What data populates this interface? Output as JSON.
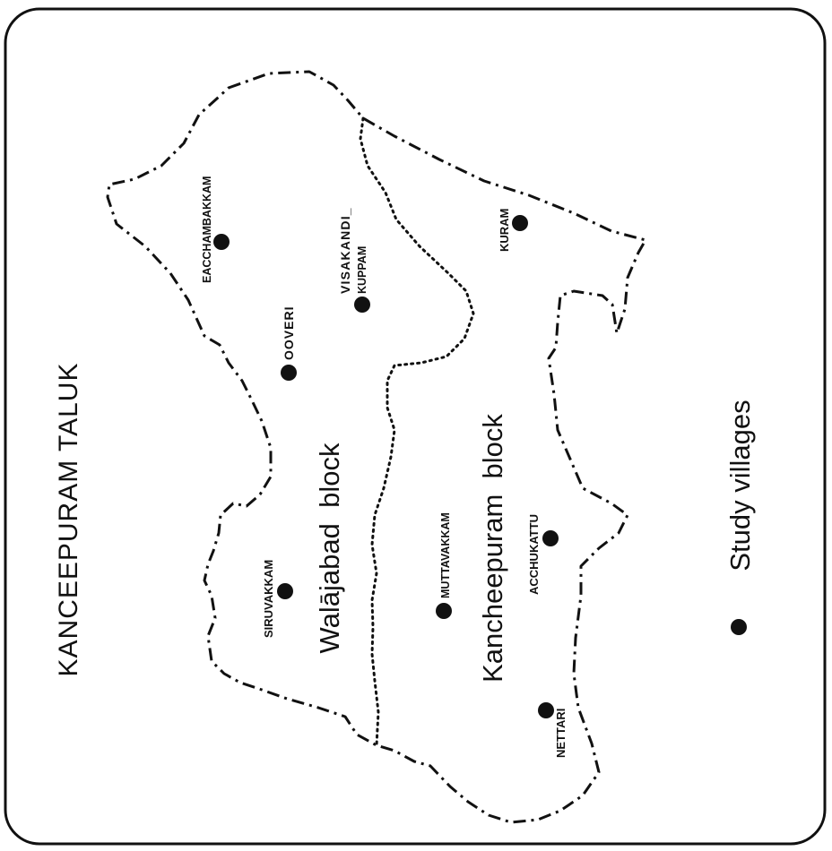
{
  "map": {
    "title": "KANCEEPURAM TALUK",
    "blocks": [
      {
        "id": "walajabad",
        "name": "Walājabad  block"
      },
      {
        "id": "kancheepuram",
        "name": "Kancheepuram  block"
      }
    ],
    "villages": [
      {
        "id": "eacchambakkam",
        "name": "EACCHAMBAKKAM",
        "block": "walajabad"
      },
      {
        "id": "visakandi-kuppam",
        "name_line1": "VISAKANDI_",
        "name_line2": "KUPPAM",
        "block": "walajabad"
      },
      {
        "id": "kuram",
        "name": "KURAM",
        "block": "kancheepuram"
      },
      {
        "id": "ooveri",
        "name": "OOVERI",
        "block": "walajabad"
      },
      {
        "id": "siruvakkam",
        "name": "SIRUVAKKAM",
        "block": "walajabad"
      },
      {
        "id": "muttavakkam",
        "name": "MUTTAVAKKAM",
        "block": "kancheepuram"
      },
      {
        "id": "acchukattu",
        "name": "ACCHUKATTU",
        "block": "kancheepuram"
      },
      {
        "id": "nettari",
        "name": "NETTARI",
        "block": "kancheepuram"
      }
    ],
    "legend": {
      "label": "Study villages",
      "symbol": "filled-circle"
    },
    "colors": {
      "ink": "#111111",
      "background": "#ffffff"
    }
  }
}
